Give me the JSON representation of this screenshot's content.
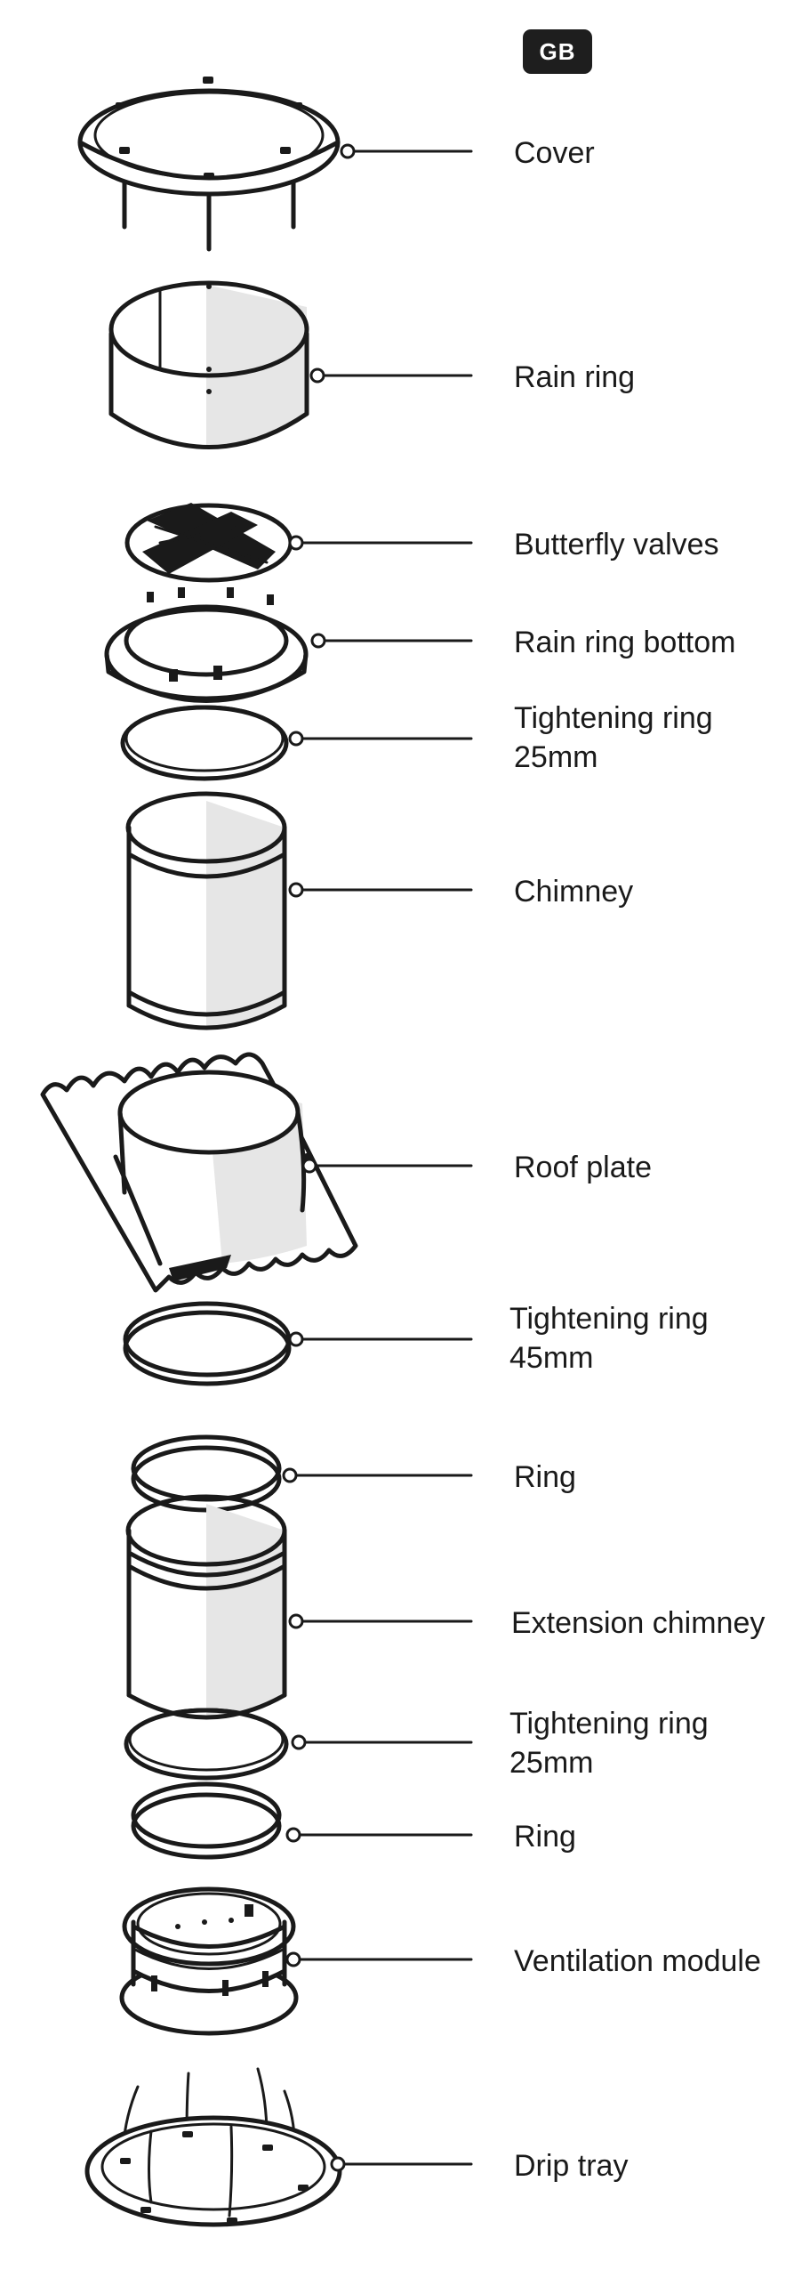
{
  "badge": "GB",
  "parts": [
    {
      "id": "cover",
      "label": "Cover"
    },
    {
      "id": "rain-ring",
      "label": "Rain ring"
    },
    {
      "id": "butterfly-valves",
      "label": "Butterfly valves"
    },
    {
      "id": "rain-ring-bottom",
      "label": "Rain ring bottom"
    },
    {
      "id": "tightening-ring-25-top",
      "label_line1": "Tightening ring",
      "label_line2": "25mm"
    },
    {
      "id": "chimney",
      "label": "Chimney"
    },
    {
      "id": "roof-plate",
      "label": "Roof plate"
    },
    {
      "id": "tightening-ring-45",
      "label_line1": "Tightening ring",
      "label_line2": "45mm"
    },
    {
      "id": "ring-upper",
      "label": "Ring"
    },
    {
      "id": "extension-chimney",
      "label": "Extension chimney"
    },
    {
      "id": "tightening-ring-25-lower",
      "label_line1": "Tightening ring",
      "label_line2": "25mm"
    },
    {
      "id": "ring-lower",
      "label": "Ring"
    },
    {
      "id": "ventilation-module",
      "label": "Ventilation module"
    },
    {
      "id": "drip-tray",
      "label": "Drip tray"
    }
  ]
}
